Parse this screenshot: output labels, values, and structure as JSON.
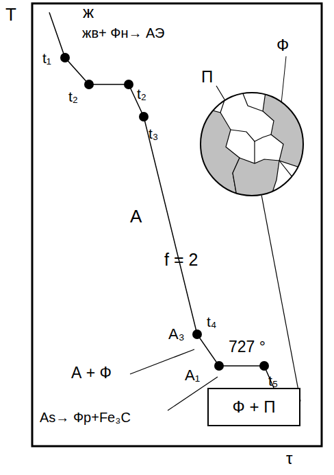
{
  "diagram": {
    "nodes": [
      {
        "text": [
          "Ф",
          "П"
        ]
      },
      {
        "text": [
          "Ф + П"
        ]
      }
    ],
    "edges": [
      {
        "from": 0,
        "to": 1,
        "arrow": "none"
      }
    ],
    "labels": [
      "T",
      "τ",
      "ж",
      "t₁",
      "t₂",
      "жв+ Фн→ АЭ",
      "t₂",
      "t₃",
      "А",
      "f = 2",
      "А₃",
      "t₄",
      "727 °",
      "А + Ф",
      "А₁",
      "t₅",
      "Аs→ Фр+Fe₃C"
    ]
  }
}
